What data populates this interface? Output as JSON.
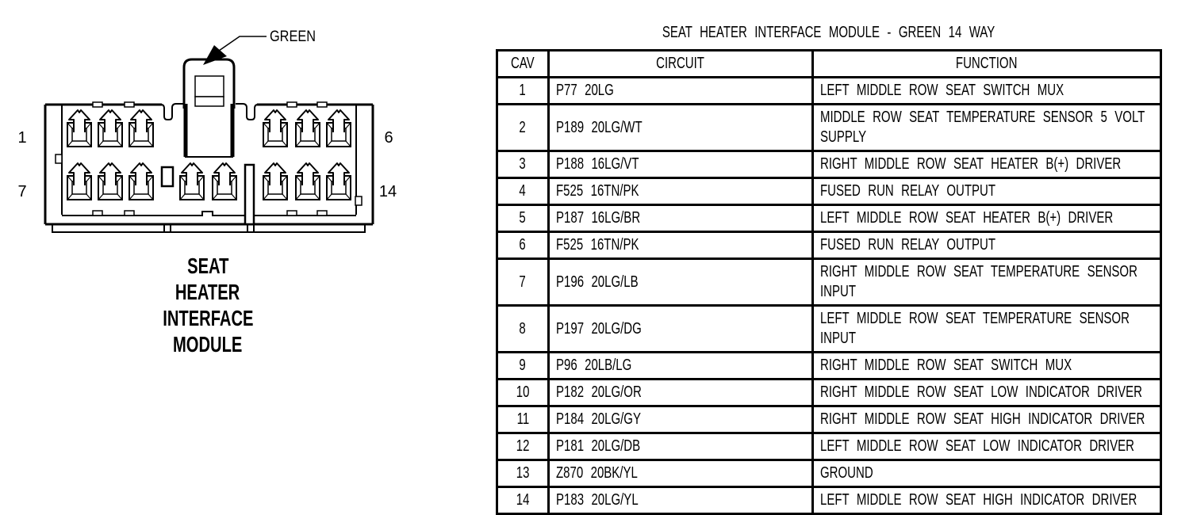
{
  "diagram": {
    "connector_color_label": "GREEN",
    "caption_lines": [
      "SEAT",
      "HEATER",
      "INTERFACE",
      "MODULE"
    ],
    "pin_labels": {
      "top_left": "1",
      "top_right": "6",
      "bottom_left": "7",
      "bottom_right": "14"
    }
  },
  "table": {
    "title": "SEAT HEATER INTERFACE MODULE - GREEN 14 WAY",
    "columns": [
      "CAV",
      "CIRCUIT",
      "FUNCTION"
    ],
    "rows": [
      {
        "cav": "1",
        "circuit": "P77 20LG",
        "function": "LEFT MIDDLE ROW SEAT SWITCH MUX"
      },
      {
        "cav": "2",
        "circuit": "P189 20LG/WT",
        "function": "MIDDLE ROW SEAT TEMPERATURE SENSOR 5 VOLT SUPPLY"
      },
      {
        "cav": "3",
        "circuit": "P188 16LG/VT",
        "function": "RIGHT MIDDLE ROW SEAT HEATER B(+) DRIVER"
      },
      {
        "cav": "4",
        "circuit": "F525 16TN/PK",
        "function": "FUSED RUN RELAY OUTPUT"
      },
      {
        "cav": "5",
        "circuit": "P187 16LG/BR",
        "function": "LEFT MIDDLE ROW SEAT HEATER B(+) DRIVER"
      },
      {
        "cav": "6",
        "circuit": "F525 16TN/PK",
        "function": "FUSED RUN RELAY OUTPUT"
      },
      {
        "cav": "7",
        "circuit": "P196 20LG/LB",
        "function": "RIGHT MIDDLE ROW SEAT TEMPERATURE SENSOR INPUT"
      },
      {
        "cav": "8",
        "circuit": "P197 20LG/DG",
        "function": "LEFT MIDDLE ROW SEAT TEMPERATURE SENSOR INPUT"
      },
      {
        "cav": "9",
        "circuit": "P96 20LB/LG",
        "function": "RIGHT MIDDLE ROW SEAT SWITCH MUX"
      },
      {
        "cav": "10",
        "circuit": "P182 20LG/OR",
        "function": "RIGHT MIDDLE ROW SEAT LOW INDICATOR DRIVER"
      },
      {
        "cav": "11",
        "circuit": "P184 20LG/GY",
        "function": "RIGHT MIDDLE ROW SEAT HIGH INDICATOR DRIVER"
      },
      {
        "cav": "12",
        "circuit": "P181 20LG/DB",
        "function": "LEFT MIDDLE ROW SEAT LOW INDICATOR DRIVER"
      },
      {
        "cav": "13",
        "circuit": "Z870 20BK/YL",
        "function": "GROUND"
      },
      {
        "cav": "14",
        "circuit": "P183 20LG/YL",
        "function": "LEFT MIDDLE ROW SEAT HIGH INDICATOR DRIVER"
      }
    ]
  },
  "colors": {
    "ink": "#000000",
    "paper": "#ffffff"
  }
}
